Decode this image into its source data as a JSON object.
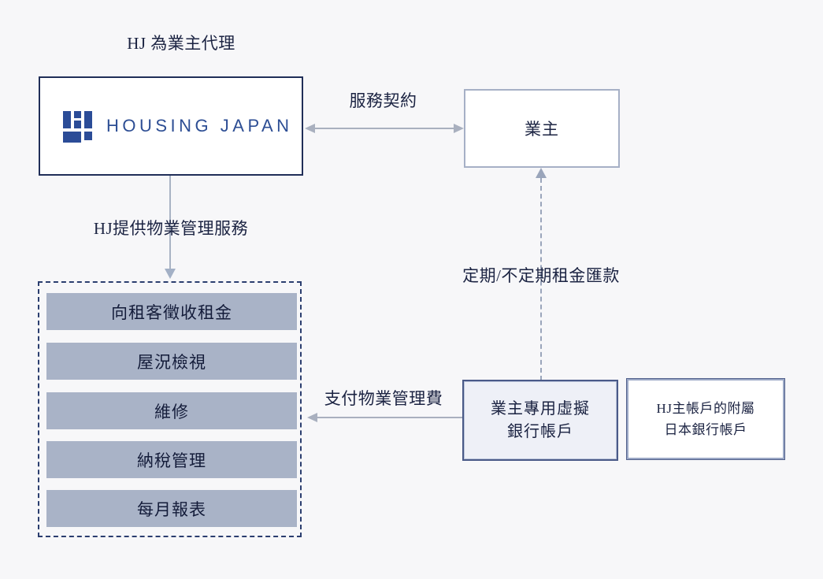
{
  "diagram": {
    "agent_label": "HJ 為業主代理",
    "hj_box": {
      "brand_name": "HOUSING JAPAN"
    },
    "owner_box": {
      "label": "業主"
    },
    "services_box": {
      "items": [
        "向租客徵收租金",
        "屋況檢視",
        "維修",
        "納稅管理",
        "每月報表"
      ]
    },
    "virtual_account_box": {
      "line1": "業主專用虛擬",
      "line2": "銀行帳戶"
    },
    "affiliate_account_box": {
      "line1": "HJ主帳戶的附屬",
      "line2": "日本銀行帳戶"
    },
    "edges": {
      "service_contract_label": "服務契約",
      "management_service_label": "HJ提供物業管理服務",
      "remittance_label": "定期/不定期租金匯款",
      "management_fee_label": "支付物業管理費"
    },
    "colors": {
      "background": "#f7f7f9",
      "text_navy": "#1b2342",
      "hj_box_border": "#202e58",
      "brand_blue": "#2d4e94",
      "bar_fill": "#a9b3c7",
      "arrow_gray": "#a9b0bf",
      "dashed_border": "#2b3e6f",
      "owner_border": "#a6b0c6",
      "virtual_box_fill": "#eef0f7"
    }
  }
}
